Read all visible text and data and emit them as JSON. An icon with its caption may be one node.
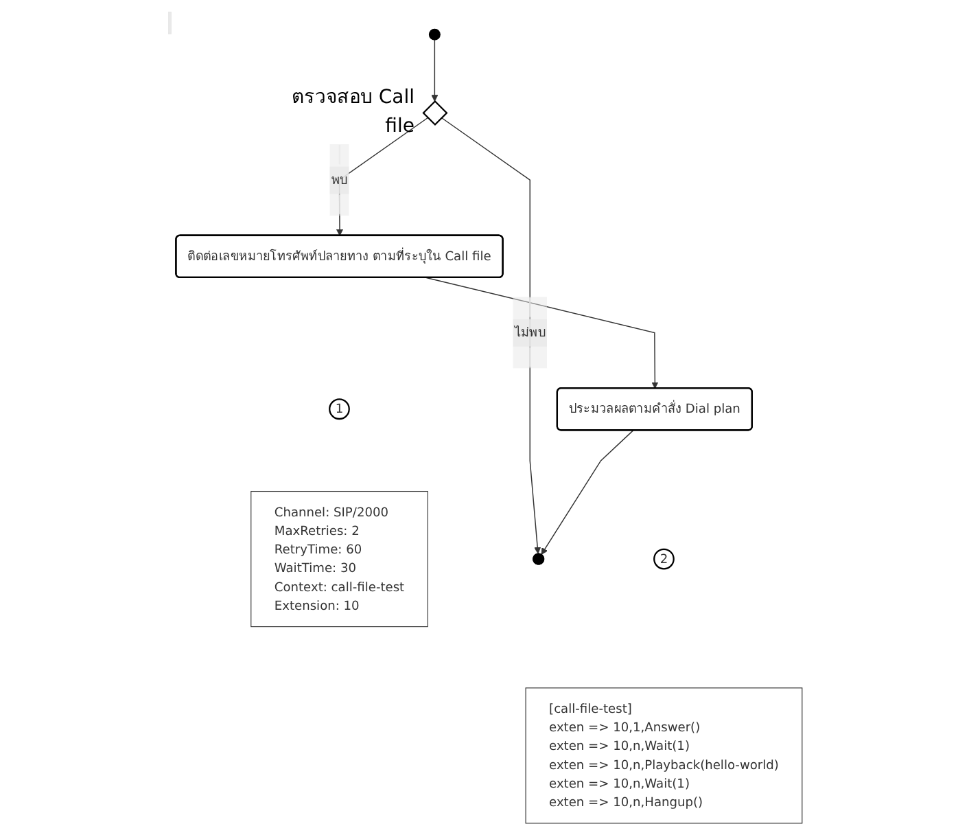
{
  "diagram": {
    "nodes": [
      {
        "text": [],
        "shape": "circle"
      },
      {
        "text": [],
        "shape": "diamond",
        "beside": [
          "ตรวจสอบ Call file"
        ]
      },
      {
        "text": [
          "ติดต่อเลขหมายโทรศัพท์ปลายทาง ตามที่ระบุใน Call file"
        ]
      },
      {
        "text": [
          "1"
        ]
      },
      {
        "text": [
          "Channel: SIP/2000",
          "MaxRetries: 2",
          "RetryTime: 60",
          "WaitTime: 30",
          "Context: call-file-test",
          "Extension: 10"
        ]
      },
      {
        "text": [],
        "shape": "circle"
      },
      {
        "text": [
          "ประมวลผลตามคำสั่ง Dial plan"
        ]
      },
      {
        "text": [
          "2"
        ]
      },
      {
        "text": [
          "[call-file-test]",
          "exten => 10,1,Answer()",
          "exten => 10,n,Wait(1)",
          "exten => 10,n,Playback(hello-world)",
          "exten => 10,n,Wait(1)",
          "exten => 10,n,Hangup()"
        ]
      }
    ],
    "edges": [
      {
        "from": 0,
        "to": 1,
        "arrow": "to"
      },
      {
        "from": 1,
        "to": 2,
        "arrow": "to",
        "label": "พบ"
      },
      {
        "from": 1,
        "to": 5,
        "arrow": "to",
        "label": "ไม่พบ"
      },
      {
        "from": 2,
        "to": 6,
        "arrow": "to"
      },
      {
        "from": 6,
        "to": 5,
        "arrow": "to"
      }
    ]
  }
}
